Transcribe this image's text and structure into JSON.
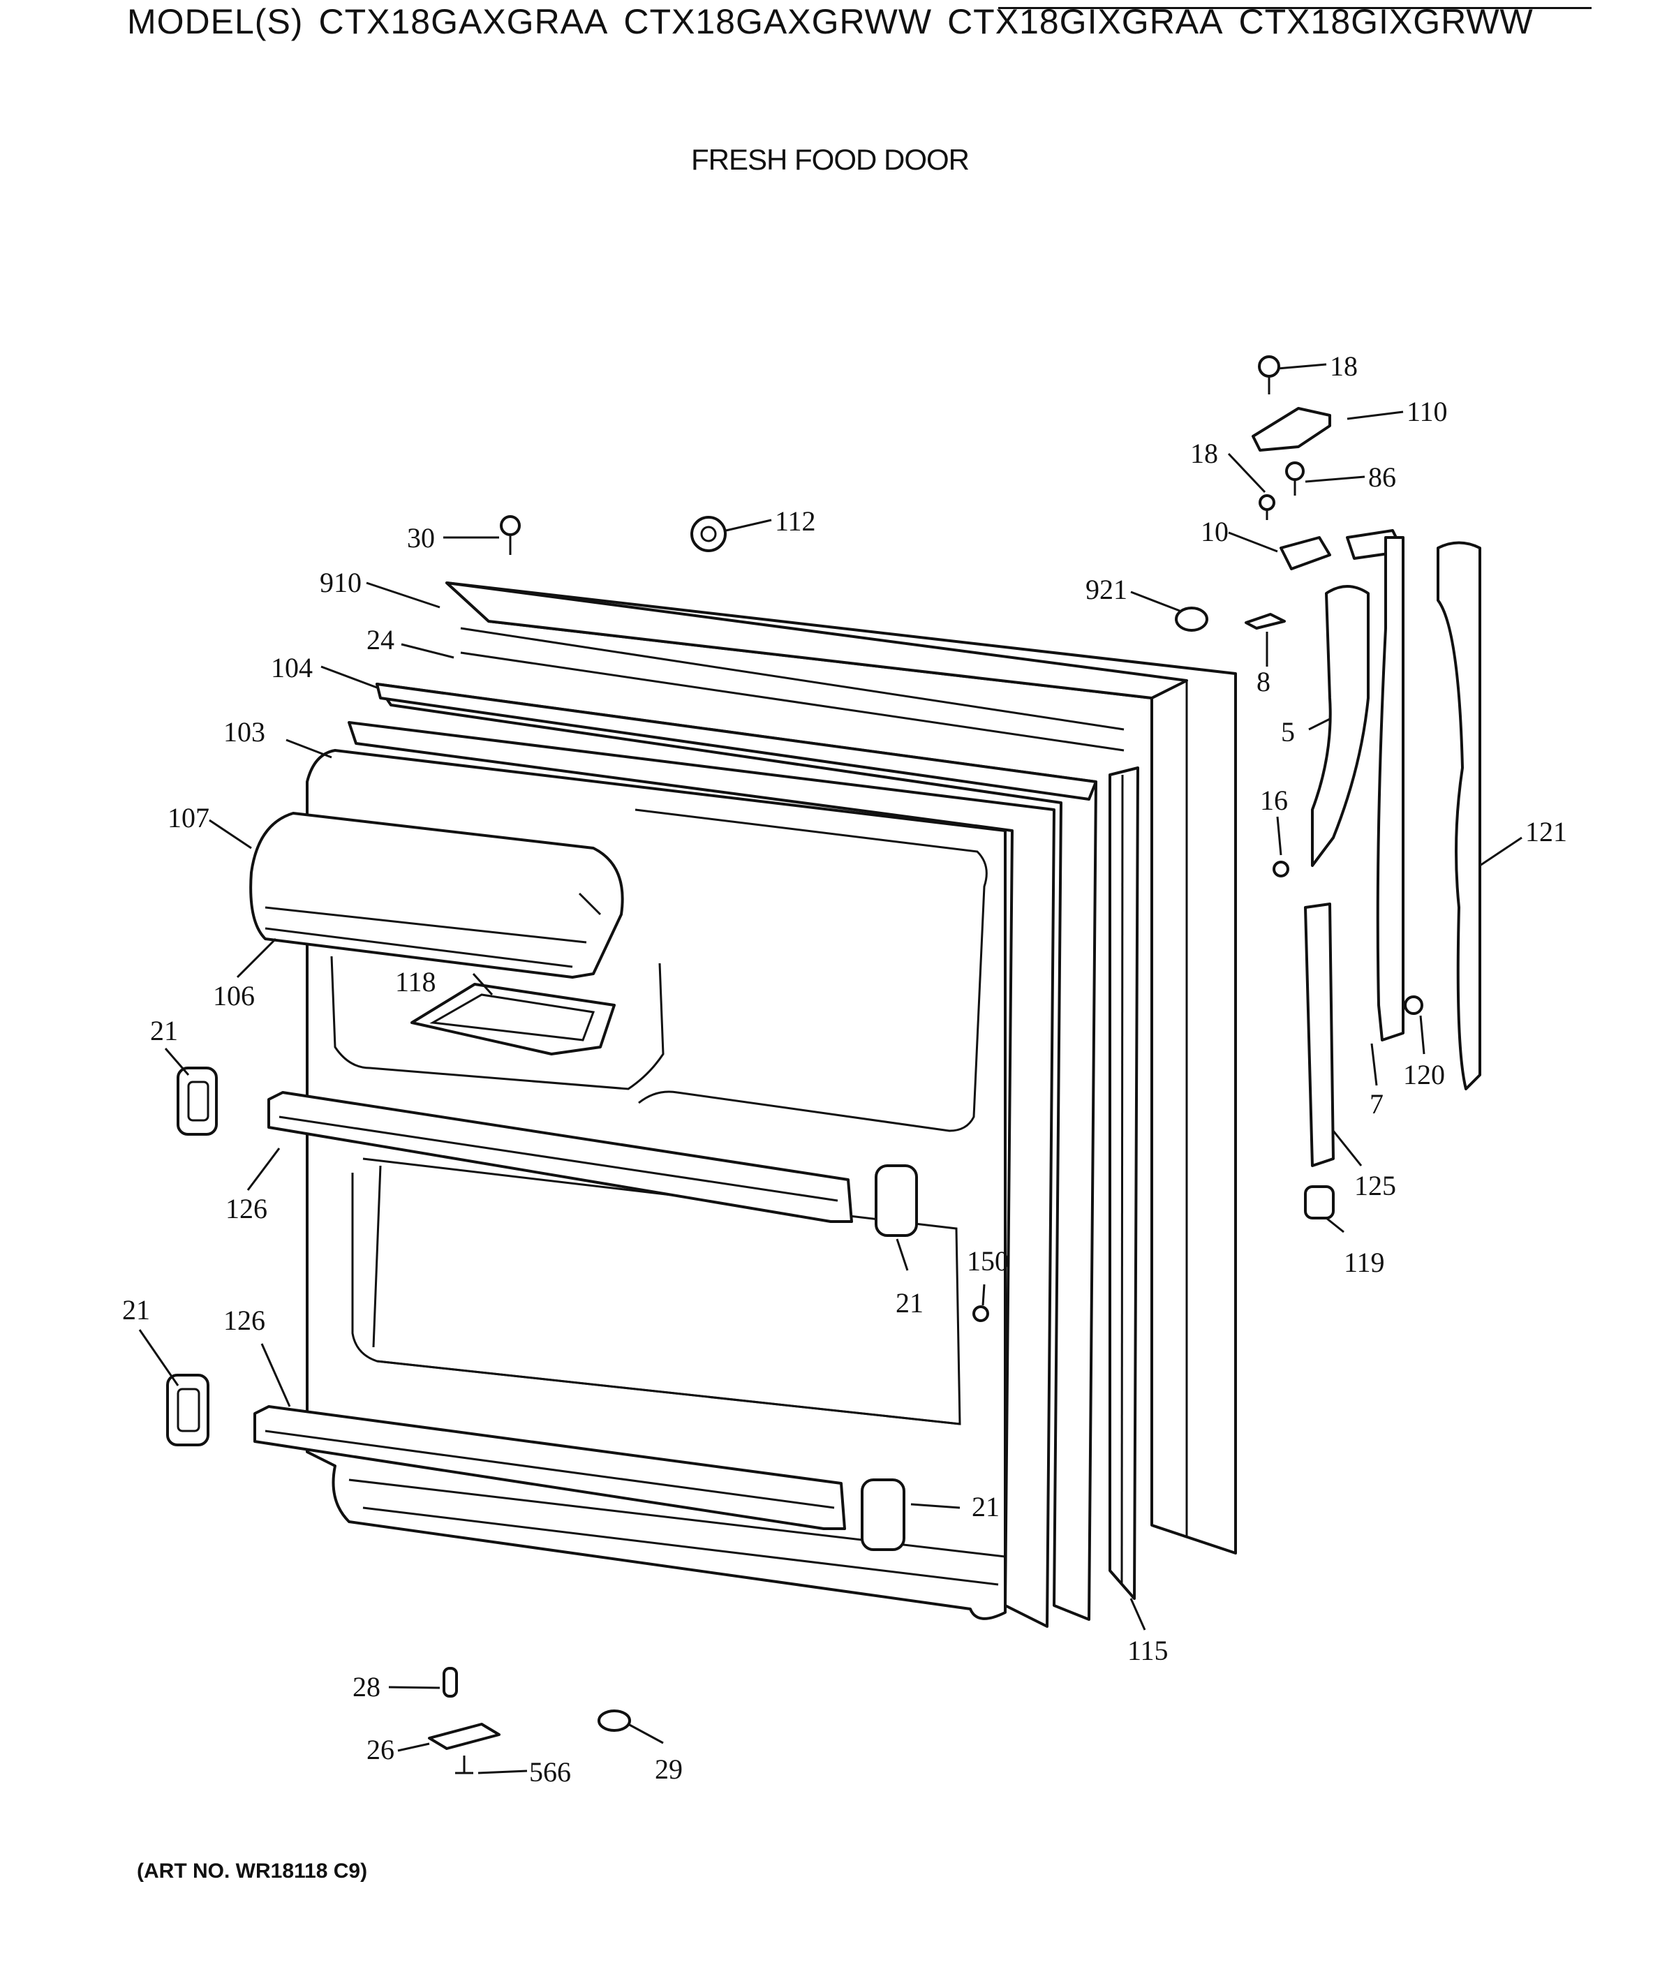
{
  "header": {
    "prefix": "MODEL(S)",
    "models": [
      "CTX18GAXGRAA",
      "CTX18GAXGRWW",
      "CTX18GIXGRAA",
      "CTX18GIXGRWW"
    ]
  },
  "section_title": "FRESH FOOD DOOR",
  "art_number": "(ART NO. WR18118 C9)",
  "callouts": {
    "p18a": "18",
    "p110": "110",
    "p18b": "18",
    "p86": "86",
    "p10": "10",
    "p30": "30",
    "p112": "112",
    "p910": "910",
    "p921": "921",
    "p24": "24",
    "p8": "8",
    "p104": "104",
    "p103": "103",
    "p5": "5",
    "p16": "16",
    "p121": "121",
    "p107": "107",
    "p106": "106",
    "p118": "118",
    "p21a": "21",
    "p120": "120",
    "p7": "7",
    "p126a": "126",
    "p125": "125",
    "p119": "119",
    "p150": "150",
    "p21b": "21",
    "p21c": "21",
    "p126b": "126",
    "p21d": "21",
    "p115": "115",
    "p28": "28",
    "p26": "26",
    "p566": "566",
    "p29": "29"
  }
}
